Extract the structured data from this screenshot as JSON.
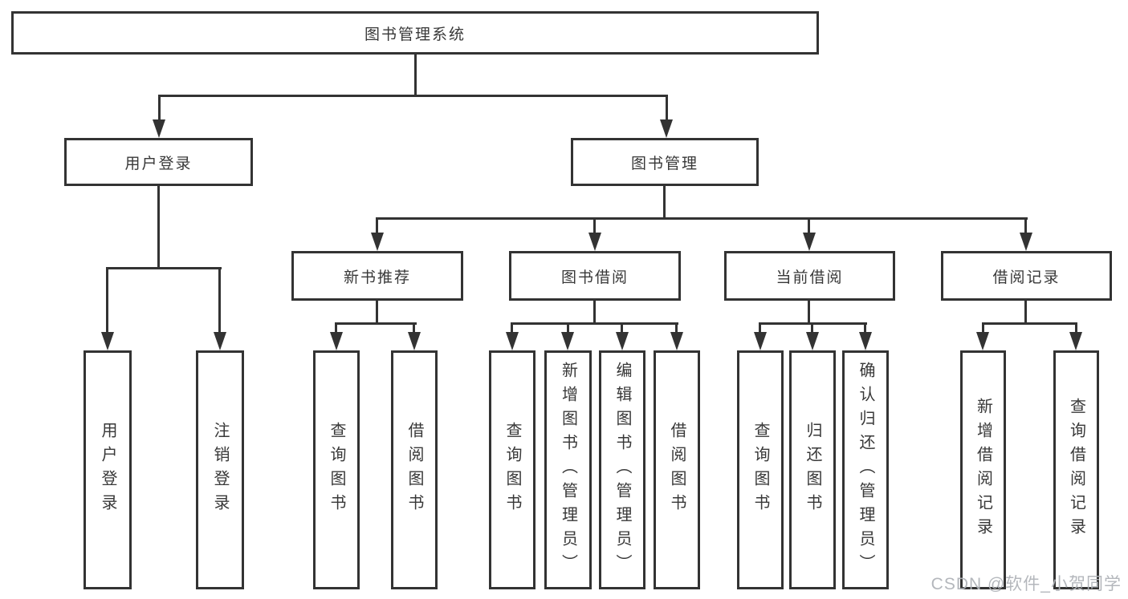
{
  "diagram_title": "图书管理系统",
  "tree": {
    "label": "图书管理系统",
    "children": [
      {
        "label": "用户登录",
        "children": [
          {
            "label": "用户登录"
          },
          {
            "label": "注销登录"
          }
        ]
      },
      {
        "label": "图书管理",
        "children": [
          {
            "label": "新书推荐",
            "children": [
              {
                "label": "查询图书"
              },
              {
                "label": "借阅图书"
              }
            ]
          },
          {
            "label": "图书借阅",
            "children": [
              {
                "label": "查询图书"
              },
              {
                "label": "新增图书（管理员）"
              },
              {
                "label": "编辑图书（管理员）"
              },
              {
                "label": "借阅图书"
              }
            ]
          },
          {
            "label": "当前借阅",
            "children": [
              {
                "label": "查询图书"
              },
              {
                "label": "归还图书"
              },
              {
                "label": "确认归还（管理员）"
              }
            ]
          },
          {
            "label": "借阅记录",
            "children": [
              {
                "label": "新增借阅记录"
              },
              {
                "label": "查询借阅记录"
              }
            ]
          }
        ]
      }
    ]
  },
  "watermark": {
    "text": "CSDN @软件_小贺同学"
  },
  "colors": {
    "line": "#333333",
    "text": "#383838",
    "background": "#ffffff",
    "watermark": "#b0b4b9"
  }
}
